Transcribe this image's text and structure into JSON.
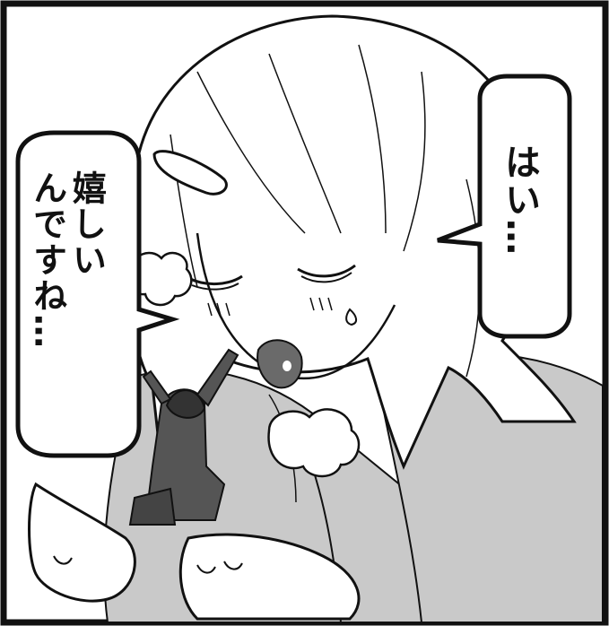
{
  "bubble_right": {
    "text": "はい…"
  },
  "bubble_left": {
    "lines": [
      "嬉しい",
      "んですね…"
    ]
  },
  "colors": {
    "ink": "#111111",
    "paper": "#ffffff",
    "tone": "#c8c8c8",
    "tone_dark": "#8a8a8a",
    "tongue": "#6a6a6a"
  }
}
